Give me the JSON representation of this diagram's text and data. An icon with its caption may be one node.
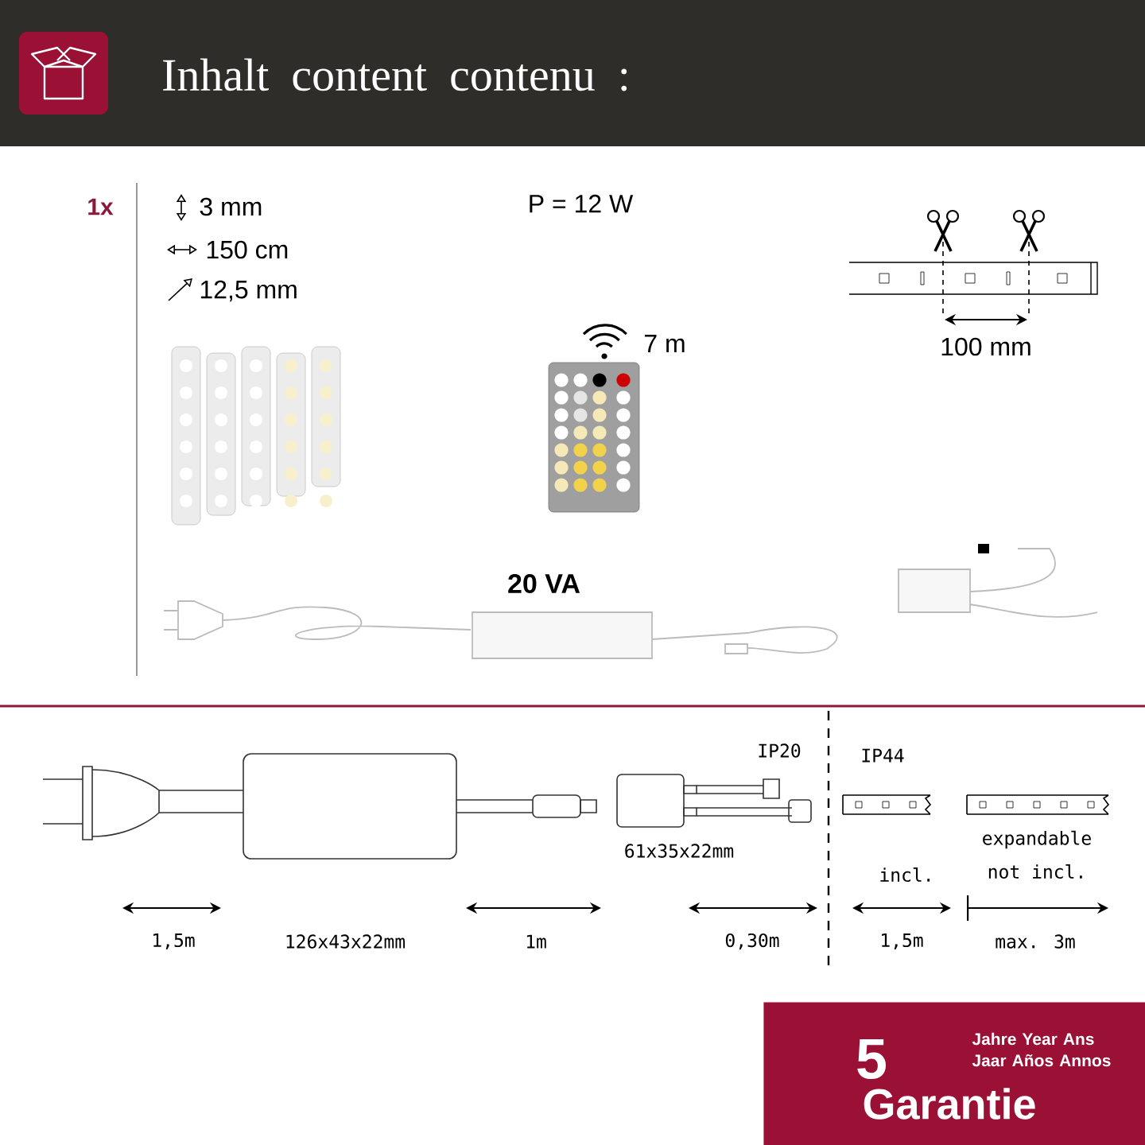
{
  "diagram": {
    "title": "Inhalt content contenu :",
    "nodes": [
      {
        "text": [
          "5",
          "Jahre Year Ans Jaar Años Annos",
          "Garantie"
        ]
      }
    ],
    "labels": [
      "1x",
      "3 mm",
      "150 cm",
      "12,5 mm",
      "P = 12 W",
      "7 m",
      "100 mm",
      "20 VA",
      "IP20",
      "IP44",
      "61x35x22mm",
      "expandable",
      "incl.",
      "not incl.",
      "1,5m",
      "126x43x22mm",
      "1m",
      "0,30m",
      "1,5m",
      "max. 3m"
    ]
  }
}
